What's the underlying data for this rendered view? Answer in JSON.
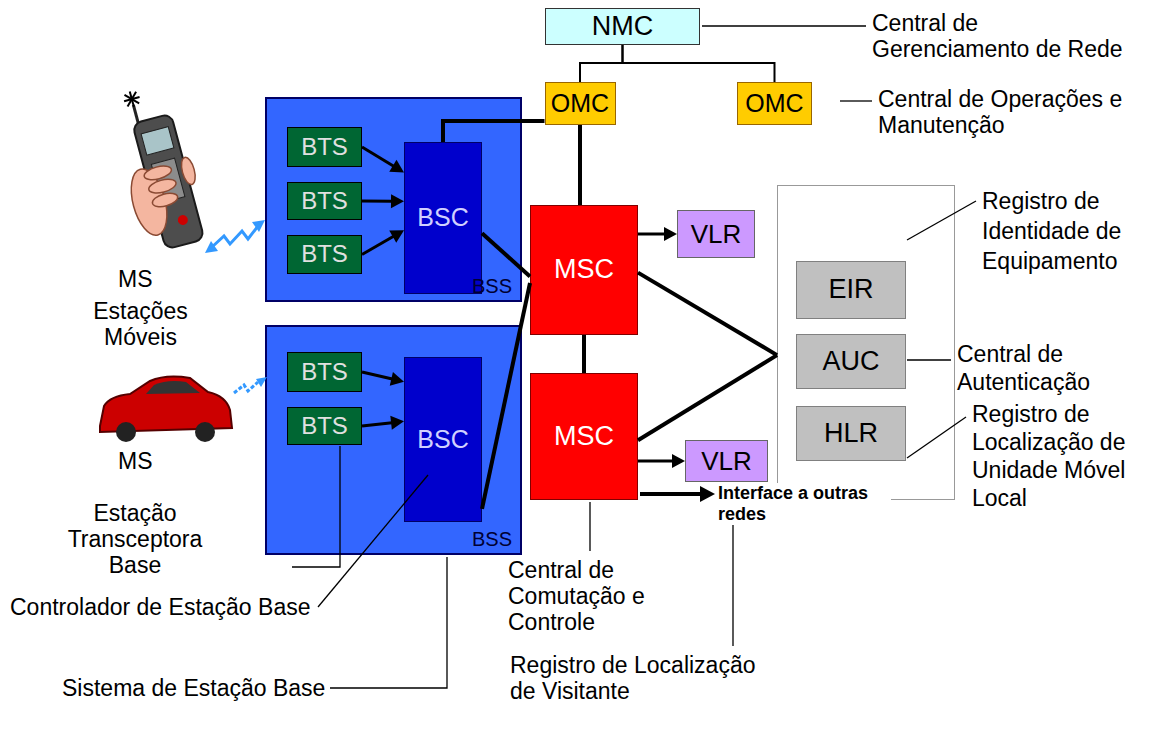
{
  "diagram": {
    "nodes": [
      {
        "text": [
          "NMC"
        ]
      },
      {
        "text": [
          "OMC"
        ]
      },
      {
        "text": [
          "OMC"
        ]
      },
      {
        "text": [
          "BSS"
        ]
      },
      {
        "text": [
          "BTS"
        ],
        "in": 3
      },
      {
        "text": [
          "BTS"
        ],
        "in": 3
      },
      {
        "text": [
          "BTS"
        ],
        "in": 3
      },
      {
        "text": [
          "BSC"
        ],
        "in": 3
      },
      {
        "text": [
          "MSC"
        ]
      },
      {
        "text": [
          "VLR"
        ]
      },
      {
        "text": []
      },
      {
        "text": [
          "EIR"
        ],
        "in": 10
      },
      {
        "text": [
          "AUC"
        ],
        "in": 10
      },
      {
        "text": [
          "HLR"
        ],
        "in": 10
      },
      {
        "text": [
          "BSS"
        ]
      },
      {
        "text": [
          "BTS"
        ],
        "in": 14
      },
      {
        "text": [
          "BTS"
        ],
        "in": 14
      },
      {
        "text": [
          "BSC"
        ],
        "in": 14
      },
      {
        "text": [
          "MSC"
        ]
      },
      {
        "text": [
          "VLR"
        ]
      }
    ],
    "edges": [
      {
        "from": 0,
        "to": 1,
        "arrow": "none"
      },
      {
        "from": 0,
        "to": 2,
        "arrow": "none"
      },
      {
        "from": 7,
        "to": 1,
        "arrow": "none"
      },
      {
        "from": 1,
        "to": 8,
        "arrow": "none"
      },
      {
        "from": 4,
        "to": 7,
        "arrow": "to"
      },
      {
        "from": 5,
        "to": 7,
        "arrow": "to"
      },
      {
        "from": 6,
        "to": 7,
        "arrow": "to"
      },
      {
        "from": 7,
        "to": 8,
        "arrow": "none"
      },
      {
        "from": 17,
        "to": 8,
        "arrow": "none"
      },
      {
        "from": 8,
        "to": 9,
        "arrow": "to"
      },
      {
        "from": 8,
        "to": 18,
        "arrow": "none"
      },
      {
        "from": 8,
        "to": 10,
        "arrow": "none"
      },
      {
        "from": 18,
        "to": 10,
        "arrow": "none"
      },
      {
        "from": 18,
        "to": 19,
        "arrow": "to"
      },
      {
        "from": 15,
        "to": 17,
        "arrow": "to"
      },
      {
        "from": 16,
        "to": 17,
        "arrow": "to"
      }
    ],
    "labels": [
      "Central de Gerenciamento de Rede",
      "Central de Operações e Manutenção",
      "Registro de Identidade de Equipamento",
      "Central de Autenticação",
      "Registro de Localização de Unidade Móvel Local",
      "MS",
      "Estações Móveis",
      "MS",
      "Estação Transceptora Base",
      "Controlador de Estação Base",
      "Sistema de Estação Base",
      "Central de Comutação e Controle",
      "Interface a outras redes",
      "Registro de Localização de Visitante"
    ]
  }
}
